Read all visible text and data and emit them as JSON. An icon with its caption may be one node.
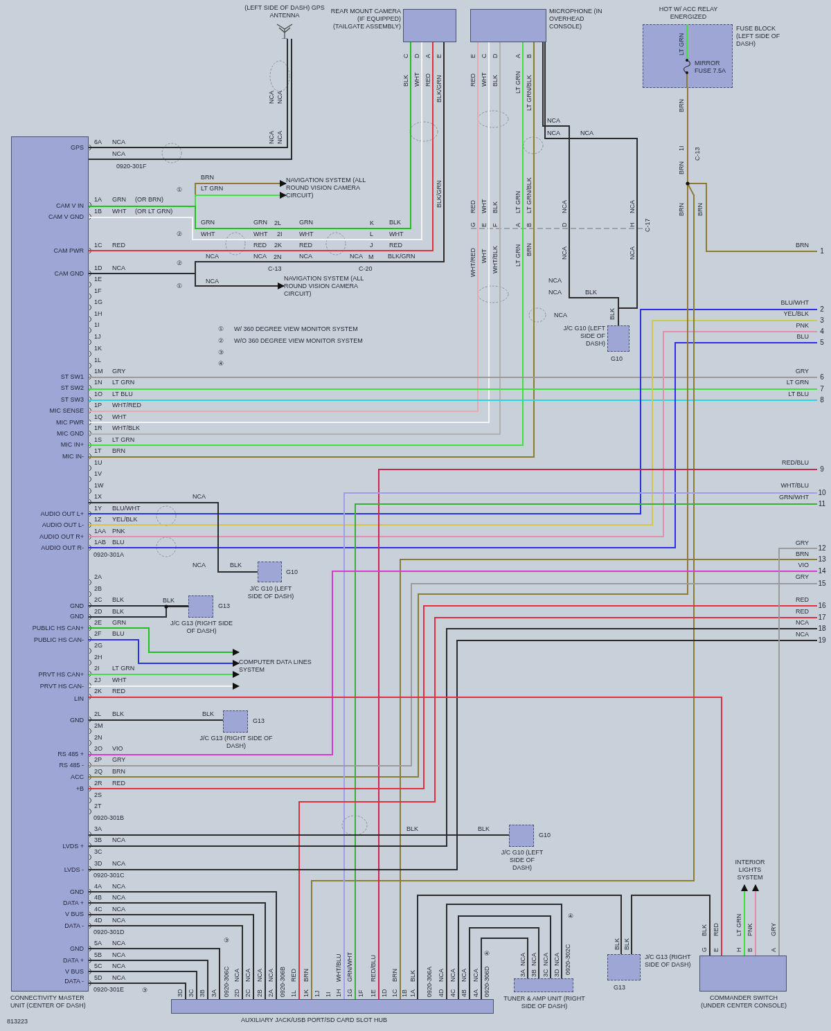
{
  "diagram": {
    "nodes": [
      {
        "text": [
          "CONNECTIVITY MASTER UNIT (CENTER OF DASH)"
        ]
      },
      {
        "text": [
          "(LEFT SIDE OF DASH) GPS ANTENNA"
        ]
      },
      {
        "text": [
          "REAR MOUNT CAMERA (IF EQUIPPED) (TAILGATE ASSEMBLY)"
        ]
      },
      {
        "text": [
          "MICROPHONE (IN OVERHEAD CONSOLE)"
        ]
      },
      {
        "text": [
          "HOT W/ ACC RELAY ENERGIZED",
          "FUSE BLOCK (LEFT SIDE OF DASH)",
          "MIRROR FUSE 7.5A"
        ]
      },
      {
        "text": [
          "NAVIGATION SYSTEM (ALL ROUND VISION CAMERA CIRCUIT)"
        ]
      },
      {
        "text": [
          "NAVIGATION SYSTEM (ALL ROUND VISION CAMERA CIRCUIT)"
        ]
      },
      {
        "text": [
          "J/C G10 (LEFT SIDE OF DASH)"
        ],
        "beside": [
          "G10"
        ]
      },
      {
        "text": [
          "J/C G10 (LEFT SIDE OF DASH)"
        ],
        "beside": [
          "G10"
        ]
      },
      {
        "text": [
          "J/C G13 (RIGHT SIDE OF DASH)"
        ],
        "beside": [
          "G13"
        ]
      },
      {
        "text": [
          "COMPUTER DATA LINES SYSTEM"
        ]
      },
      {
        "text": [
          "J/C G13 (RIGHT SIDE OF DASH)"
        ],
        "beside": [
          "G13"
        ]
      },
      {
        "text": [
          "J/C G10 (LEFT SIDE OF DASH)"
        ],
        "beside": [
          "G10"
        ]
      },
      {
        "text": [
          "INTERIOR LIGHTS SYSTEM"
        ]
      },
      {
        "text": [
          "COMMANDER SWITCH (UNDER CENTER CONSOLE)"
        ]
      },
      {
        "text": [
          "J/C G13 (RIGHT SIDE OF DASH)"
        ],
        "beside": [
          "G13"
        ]
      },
      {
        "text": [
          "TUNER & AMP UNIT (RIGHT SIDE OF DASH)"
        ]
      },
      {
        "text": [
          "AUXILIARY JACK/USB PORT/SD CARD SLOT HUB"
        ]
      },
      {
        "text": [
          "1"
        ]
      },
      {
        "text": [
          "2"
        ]
      },
      {
        "text": [
          "3"
        ]
      },
      {
        "text": [
          "4"
        ]
      },
      {
        "text": [
          "5"
        ]
      },
      {
        "text": [
          "6"
        ]
      },
      {
        "text": [
          "7"
        ]
      },
      {
        "text": [
          "8"
        ]
      },
      {
        "text": [
          "9"
        ]
      },
      {
        "text": [
          "10"
        ]
      },
      {
        "text": [
          "11"
        ]
      },
      {
        "text": [
          "12"
        ]
      },
      {
        "text": [
          "13"
        ]
      },
      {
        "text": [
          "14"
        ]
      },
      {
        "text": [
          "15"
        ]
      },
      {
        "text": [
          "16"
        ]
      },
      {
        "text": [
          "17"
        ]
      },
      {
        "text": [
          "18"
        ]
      },
      {
        "text": [
          "19"
        ]
      }
    ],
    "edges": [
      {
        "from": 0,
        "to": 1,
        "arrow": "none"
      },
      {
        "from": 0,
        "to": 1,
        "arrow": "none"
      },
      {
        "from": 0,
        "to": 5,
        "arrow": "to",
        "color": "#8c7c30"
      },
      {
        "from": 0,
        "to": 5,
        "arrow": "to",
        "color": "#3fe03f"
      },
      {
        "from": 0,
        "to": 2,
        "arrow": "none",
        "color": "#1fbf1f"
      },
      {
        "from": 0,
        "to": 2,
        "arrow": "none",
        "color": "#f4f4f4"
      },
      {
        "from": 0,
        "to": 2,
        "arrow": "none",
        "color": "#e03040"
      },
      {
        "from": 0,
        "to": 2,
        "arrow": "none"
      },
      {
        "from": 0,
        "to": 6,
        "arrow": "to"
      },
      {
        "from": 0,
        "to": 3,
        "arrow": "none",
        "color": "#e8a8b0"
      },
      {
        "from": 0,
        "to": 3,
        "arrow": "none",
        "color": "#f4f4f4"
      },
      {
        "from": 0,
        "to": 3,
        "arrow": "none",
        "color": "#b0b0b0"
      },
      {
        "from": 0,
        "to": 3,
        "arrow": "none",
        "color": "#3fe03f"
      },
      {
        "from": 0,
        "to": 3,
        "arrow": "none",
        "color": "#8c7c30"
      },
      {
        "from": 0,
        "to": 23,
        "arrow": "none",
        "color": "#9a9a9a"
      },
      {
        "from": 0,
        "to": 24,
        "arrow": "none",
        "color": "#3fe03f"
      },
      {
        "from": 0,
        "to": 25,
        "arrow": "none",
        "color": "#30d0e8"
      },
      {
        "from": 0,
        "to": 19,
        "arrow": "none",
        "color": "#2a30e8"
      },
      {
        "from": 0,
        "to": 20,
        "arrow": "none",
        "color": "#d0c848"
      },
      {
        "from": 0,
        "to": 21,
        "arrow": "none",
        "color": "#e090a8"
      },
      {
        "from": 0,
        "to": 22,
        "arrow": "none",
        "color": "#2a30e8"
      },
      {
        "from": 4,
        "to": 18,
        "arrow": "none",
        "color": "#8c7c30"
      },
      {
        "from": 4,
        "to": 0,
        "arrow": "none",
        "color": "#8c7c30"
      },
      {
        "from": 4,
        "to": 17,
        "arrow": "none",
        "color": "#8c7c30"
      },
      {
        "from": 17,
        "to": 30,
        "arrow": "none",
        "color": "#8c7c30"
      },
      {
        "from": 17,
        "to": 26,
        "arrow": "none",
        "color": "#c82850"
      },
      {
        "from": 17,
        "to": 27,
        "arrow": "none",
        "color": "#a0a0e8"
      },
      {
        "from": 17,
        "to": 28,
        "arrow": "none",
        "color": "#38b038"
      },
      {
        "from": 0,
        "to": 31,
        "arrow": "none",
        "color": "#d838d8"
      },
      {
        "from": 0,
        "to": 32,
        "arrow": "none",
        "color": "#9a9a9a"
      },
      {
        "from": 0,
        "to": 33,
        "arrow": "none",
        "color": "#e03040"
      },
      {
        "from": 17,
        "to": 34,
        "arrow": "none",
        "color": "#e03040"
      },
      {
        "from": 0,
        "to": 35,
        "arrow": "none"
      },
      {
        "from": 0,
        "to": 36,
        "arrow": "none"
      },
      {
        "from": 0,
        "to": 14,
        "arrow": "none",
        "color": "#e03040"
      },
      {
        "from": 14,
        "to": 29,
        "arrow": "none",
        "color": "#9a9a9a"
      },
      {
        "from": 14,
        "to": 13,
        "arrow": "to",
        "color": "#3fe03f"
      },
      {
        "from": 14,
        "to": 13,
        "arrow": "to",
        "color": "#e090a8"
      },
      {
        "from": 14,
        "to": 15,
        "arrow": "none"
      },
      {
        "from": 17,
        "to": 15,
        "arrow": "none"
      },
      {
        "from": 0,
        "to": 17,
        "arrow": "none"
      },
      {
        "from": 0,
        "to": 17,
        "arrow": "none"
      },
      {
        "from": 0,
        "to": 17,
        "arrow": "none"
      },
      {
        "from": 0,
        "to": 17,
        "arrow": "none"
      },
      {
        "from": 0,
        "to": 17,
        "arrow": "none"
      },
      {
        "from": 0,
        "to": 17,
        "arrow": "none"
      },
      {
        "from": 0,
        "to": 17,
        "arrow": "none"
      },
      {
        "from": 0,
        "to": 17,
        "arrow": "none"
      },
      {
        "from": 17,
        "to": 16,
        "arrow": "none"
      },
      {
        "from": 17,
        "to": 16,
        "arrow": "none"
      },
      {
        "from": 17,
        "to": 16,
        "arrow": "none"
      },
      {
        "from": 17,
        "to": 16,
        "arrow": "none"
      },
      {
        "from": 0,
        "to": 10,
        "arrow": "to",
        "color": "#1fbf1f"
      },
      {
        "from": 0,
        "to": 10,
        "arrow": "to",
        "color": "#2a30e8"
      },
      {
        "from": 0,
        "to": 10,
        "arrow": "to",
        "color": "#3fe03f"
      },
      {
        "from": 0,
        "to": 10,
        "arrow": "to",
        "color": "#f4f4f4"
      },
      {
        "from": 0,
        "to": 9,
        "arrow": "none"
      },
      {
        "from": 0,
        "to": 9,
        "arrow": "none"
      },
      {
        "from": 0,
        "to": 11,
        "arrow": "none"
      },
      {
        "from": 0,
        "to": 8,
        "arrow": "none"
      },
      {
        "from": 0,
        "to": 12,
        "arrow": "none"
      },
      {
        "from": 3,
        "to": 7,
        "arrow": "none"
      },
      {
        "from": 3,
        "to": 7,
        "arrow": "none"
      }
    ],
    "labels": [
      "GPS",
      "CAM V IN",
      "CAM V GND",
      "CAM PWR",
      "CAM GND",
      "ST SW1",
      "ST SW2",
      "ST SW3",
      "MIC SENSE",
      "MIC PWR",
      "MIC GND",
      "MIC IN+",
      "MIC IN-",
      "AUDIO OUT L+",
      "AUDIO OUT L-",
      "AUDIO OUT R+",
      "AUDIO OUT R-",
      "GND",
      "GND",
      "PUBLIC HS CAN+",
      "PUBLIC HS CAN-",
      "PRVT HS CAN+",
      "PRVT HS CAN-",
      "LIN",
      "GND",
      "RS 485 +",
      "RS 485 -",
      "ACC",
      "+B",
      "LVDS +",
      "LVDS -",
      "GND",
      "DATA +",
      "V BUS",
      "DATA -",
      "GND",
      "DATA +",
      "V BUS",
      "DATA -",
      "6A",
      "1A",
      "1B",
      "1C",
      "1D",
      "1E",
      "1F",
      "1G",
      "1H",
      "1I",
      "1J",
      "1K",
      "1L",
      "1M",
      "1N",
      "1O",
      "1P",
      "1Q",
      "1R",
      "1S",
      "1T",
      "1U",
      "1V",
      "1W",
      "1X",
      "1Y",
      "1Z",
      "1AA",
      "1AB",
      "2A",
      "2B",
      "2C",
      "2D",
      "2E",
      "2F",
      "2G",
      "2H",
      "2I",
      "2J",
      "2K",
      "2L",
      "2M",
      "2N",
      "2O",
      "2P",
      "2Q",
      "2R",
      "2S",
      "2T",
      "3A",
      "3B",
      "3C",
      "3D",
      "4A",
      "4B",
      "4C",
      "4D",
      "5A",
      "5B",
      "5C",
      "5D",
      "NCA",
      "NCA",
      "GRN",
      "WHT",
      "RED",
      "NCA",
      "GRY",
      "LT GRN",
      "LT BLU",
      "WHT/RED",
      "WHT",
      "WHT/BLK",
      "LT GRN",
      "BRN",
      "BLU/WHT",
      "YEL/BLK",
      "PNK",
      "BLU",
      "BLK",
      "BLK",
      "GRN",
      "BLU",
      "LT GRN",
      "WHT",
      "RED",
      "BLK",
      "VIO",
      "GRY",
      "BRN",
      "RED",
      "NCA",
      "NCA",
      "NCA",
      "NCA",
      "NCA",
      "NCA",
      "NCA",
      "NCA",
      "NCA",
      "NCA",
      "(OR BRN)",
      "(OR LT GRN)",
      "0920-301F",
      "0920-301A",
      "0920-301B",
      "0920-301C",
      "0920-301D",
      "0920-301E",
      "①",
      "②",
      "②",
      "①",
      "BRN",
      "LT GRN",
      "GRN",
      "WHT",
      "GRN",
      "2L",
      "WHT",
      "2I",
      "RED",
      "2K",
      "NCA",
      "NCA",
      "2N",
      "C-13",
      "GRN",
      "WHT",
      "RED",
      "NCA",
      "K",
      "L",
      "J",
      "NCA",
      "M",
      "C-20",
      "BLK",
      "WHT",
      "RED",
      "BLK/GRN",
      "NCA",
      "①",
      "W/ 360 DEGREE VIEW MONITOR SYSTEM",
      "②",
      "W/O 360 DEGREE VIEW MONITOR SYSTEM",
      "③",
      "④",
      "NCA",
      "NCA",
      "BLK",
      "BLK",
      "BLK",
      "BLK",
      "BLK",
      "813223",
      "NCA",
      "NCA",
      "NCA",
      "NCA",
      "NCA",
      "BLK",
      "NCA",
      "NCA",
      "NCA",
      "NCA",
      "NCA",
      "C",
      "D",
      "A",
      "E",
      "BLK",
      "WHT",
      "RED",
      "BLK/GRN",
      "BLK/GRN",
      "E",
      "C",
      "D",
      "A",
      "B",
      "RED",
      "WHT",
      "BLK",
      "LT GRN",
      "LT GRN/BLK",
      "RED",
      "WHT",
      "BLK",
      "LT GRN",
      "LT GRN/BLK",
      "NCA",
      "NCA",
      "G",
      "E",
      "F",
      "A",
      "B",
      "D",
      "H",
      "C-17",
      "WHT/RED",
      "WHT",
      "WHT/BLK",
      "LT GRN",
      "BRN",
      "NCA",
      "NCA",
      "BLK",
      "LT GRN",
      "BRN",
      "1I",
      "C-13",
      "BRN",
      "BRN",
      "BRN",
      "3D",
      "3C",
      "3B",
      "3A",
      "0920-306C",
      "2D",
      "2C",
      "2B",
      "2A",
      "0920-306B",
      "1L",
      "1K",
      "1J",
      "1I",
      "1H",
      "1G",
      "1F",
      "1E",
      "1D",
      "1C",
      "1B",
      "1A",
      "0920-306A",
      "4D",
      "4C",
      "4B",
      "4A",
      "0920-306D",
      "NCA",
      "NCA",
      "NCA",
      "NCA",
      "RED",
      "BRN",
      "WHT/BLU",
      "GRN/WHT",
      "RED/BLU",
      "BRN",
      "BLK",
      "NCA",
      "NCA",
      "NCA",
      "NCA",
      "NCA",
      "NCA",
      "NCA",
      "NCA",
      "3A",
      "3B",
      "3C",
      "3D",
      "0920-302C",
      "BLK",
      "BLK",
      "BLK",
      "RED",
      "LT GRN",
      "PNK",
      "GRY",
      "G",
      "E",
      "H",
      "B",
      "A",
      "BRN",
      "BLU/WHT",
      "YEL/BLK",
      "PNK",
      "BLU",
      "GRY",
      "LT GRN",
      "LT BLU",
      "RED/BLU",
      "WHT/BLU",
      "GRN/WHT",
      "GRY",
      "BRN",
      "VIO",
      "GRY",
      "RED",
      "RED",
      "NCA",
      "NCA",
      "③",
      "③",
      "④",
      "④"
    ]
  }
}
